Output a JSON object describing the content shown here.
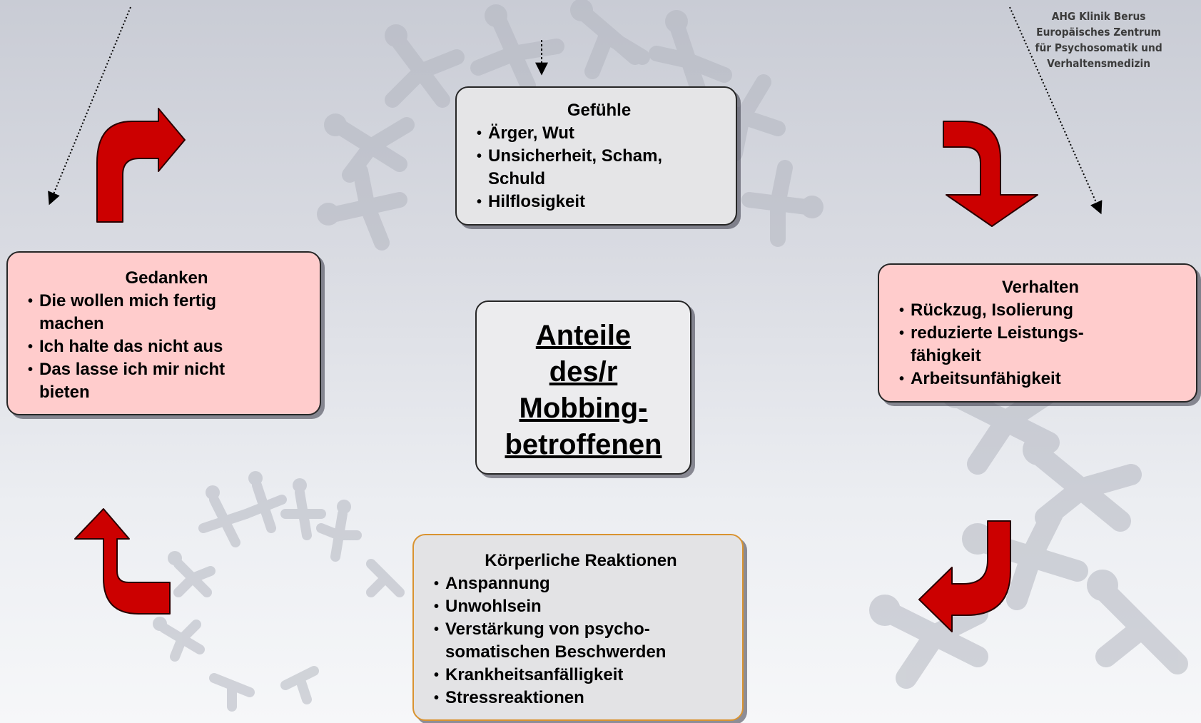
{
  "logo": {
    "lines": [
      "AHG Klinik Berus",
      "Europäisches Zentrum",
      "für Psychosomatik und",
      "Verhaltensmedizin"
    ]
  },
  "center": {
    "text": "Anteile\ndes/r\nMobbing-\nbetroffenen"
  },
  "gefuehle": {
    "title": "Gefühle",
    "items": [
      "Ärger, Wut",
      "Unsicherheit, Scham,\n Schuld",
      "Hilflosigkeit"
    ]
  },
  "gedanken": {
    "title": "Gedanken",
    "items": [
      "Die wollen mich fertig\n machen",
      "Ich halte das nicht aus",
      "Das lasse ich mir nicht\n bieten"
    ]
  },
  "verhalten": {
    "title": "Verhalten",
    "items": [
      "Rückzug, Isolierung",
      "reduzierte Leistungs-\n fähigkeit",
      "Arbeitsunfähigkeit"
    ]
  },
  "koerper": {
    "title": "Körperliche Reaktionen",
    "items": [
      "Anspannung",
      "Unwohlsein",
      "Verstärkung von psycho-\n somatischen Beschwerden",
      "Krankheitsanfälligkeit",
      "Stressreaktionen"
    ]
  },
  "colors": {
    "arrow_fill": "#cc0000",
    "arrow_stroke": "#2a0000",
    "box_pink": "#ffcccc",
    "box_grey": "#e5e5e7",
    "box_orange_border": "#d99330"
  }
}
